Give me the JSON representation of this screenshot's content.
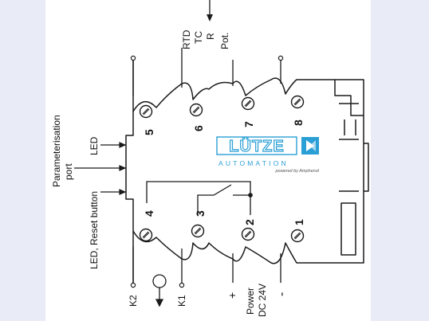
{
  "diagram": {
    "terminals_top": [
      "5",
      "6",
      "7",
      "8"
    ],
    "terminals_bottom": [
      "4",
      "3",
      "2",
      "1"
    ],
    "input_labels": [
      "RTD",
      "TC",
      "R",
      "Pot."
    ],
    "left_labels": {
      "port": "Parameterisation port",
      "port_line1": "Parameterisation",
      "port_line2": "port",
      "led": "LED",
      "led_reset": "LED, Reset button"
    },
    "bottom_labels": {
      "k2": "K2",
      "k1": "K1",
      "plus": "+",
      "power_line1": "Power",
      "power_line2": "DC 24V",
      "minus": "-"
    },
    "logo": {
      "brand": "LÜTZE",
      "automation": "AUTOMATION",
      "tagline": "powered by Amphenol",
      "color": "#2a9fd6"
    },
    "colors": {
      "line": "#1a1a1a",
      "outer_bg": "#e9ecf7",
      "panel_bg": "#ffffff",
      "accent": "#2a9fd6"
    }
  }
}
